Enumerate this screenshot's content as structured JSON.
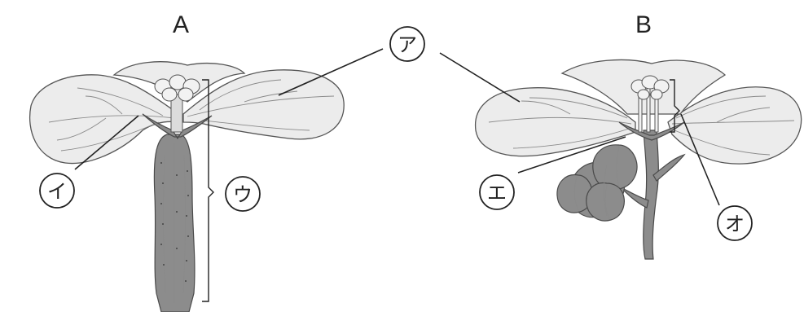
{
  "flowers": {
    "a": {
      "label": "A"
    },
    "b": {
      "label": "B"
    }
  },
  "callouts": {
    "a": "ア",
    "i": "イ",
    "u": "ウ",
    "e": "エ",
    "o": "オ"
  },
  "colors": {
    "petal": "#ececec",
    "stem": "#8c8c8c",
    "ovary": "#9a9a9a",
    "line": "#222222"
  }
}
